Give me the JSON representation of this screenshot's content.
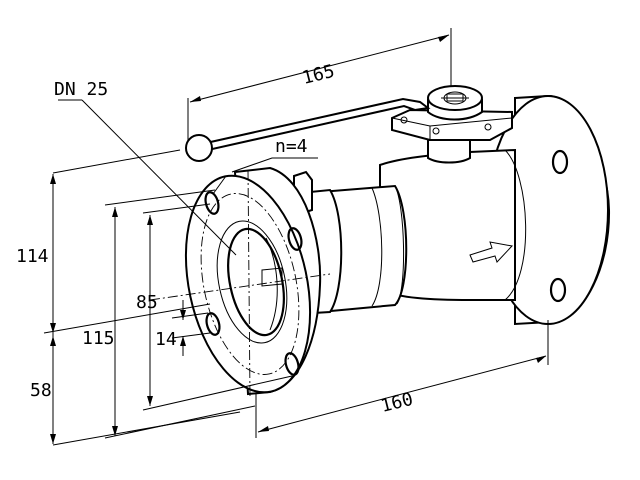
{
  "labels": {
    "nominal_diameter": "DN 25",
    "bolt_count": "n=4",
    "face_to_face": "160",
    "handle_length": "165",
    "total_height": "114",
    "center_height": "58",
    "flange_diameter": "115",
    "bolt_circle": "85",
    "bolt_hole": "14"
  },
  "icons": {
    "flow_arrow": "flow-direction-arrow",
    "handle": "lever-handle",
    "stem": "valve-stem-top"
  },
  "colors": {
    "line": "#000000",
    "background": "#ffffff"
  }
}
